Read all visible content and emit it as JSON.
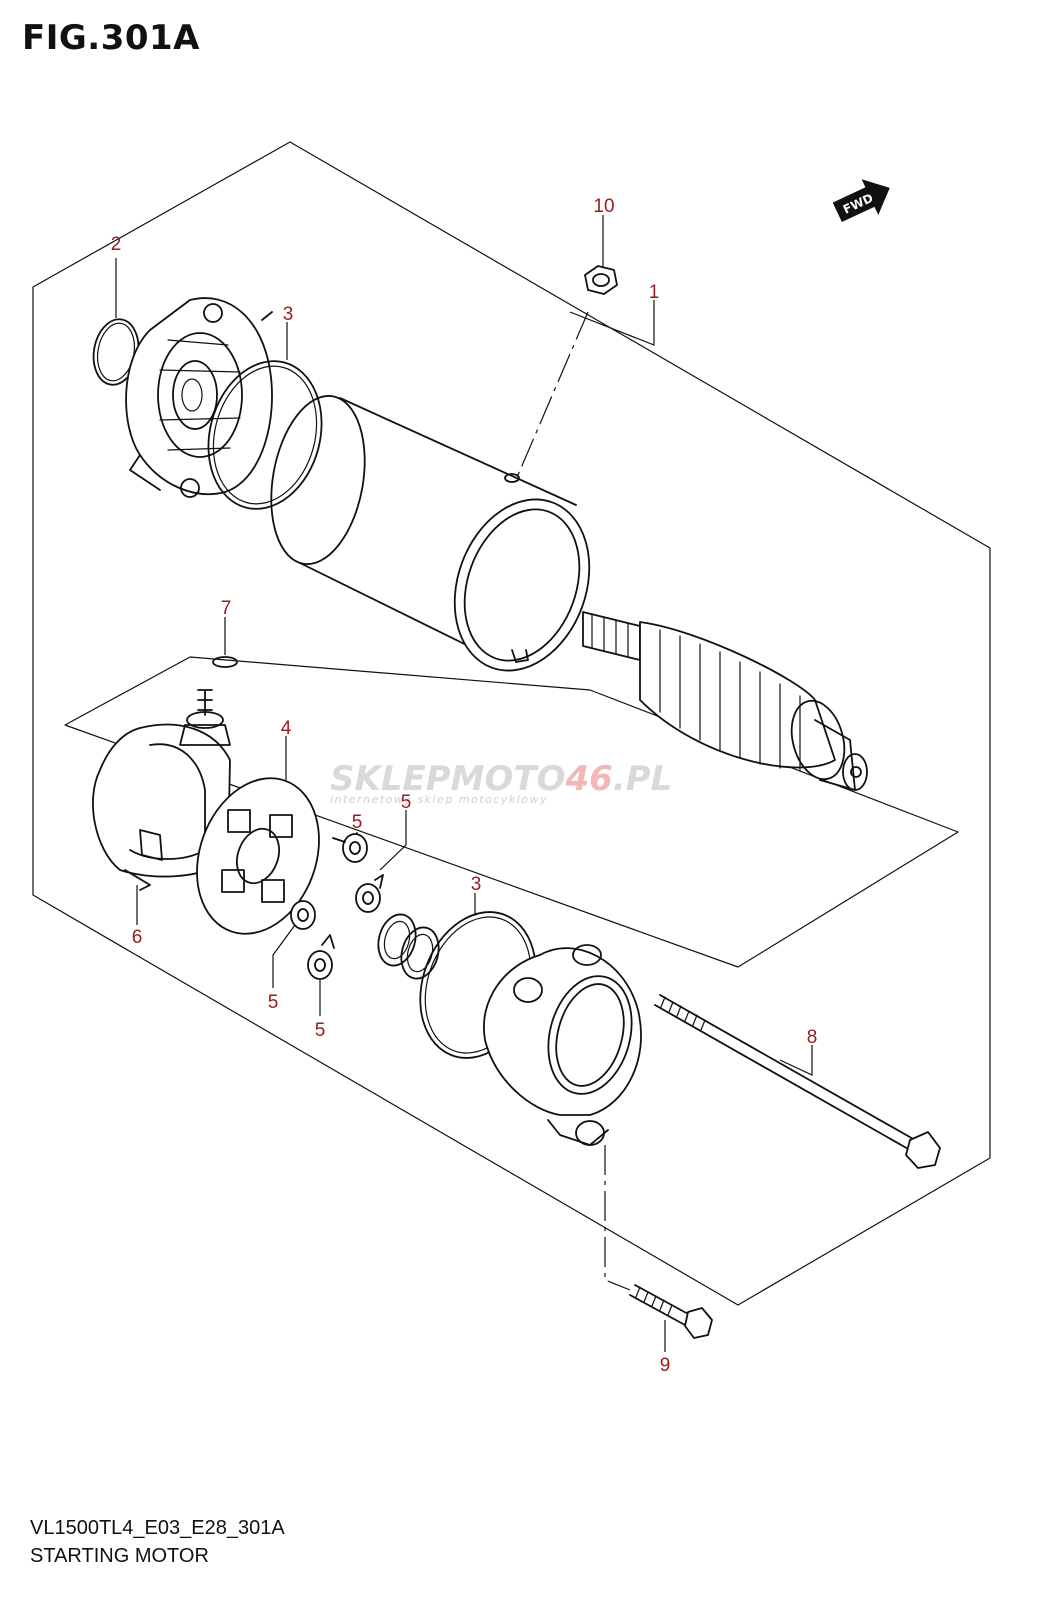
{
  "figure": {
    "title": "FIG.301A",
    "model_code": "VL1500TL4_E03_E28_301A",
    "name": "STARTING MOTOR"
  },
  "watermark": {
    "brand_main": "SKLEPMOTO",
    "brand_accent": "46",
    "brand_suffix": ".PL",
    "tagline": "internetowy sklep motocyklowy"
  },
  "direction_badge": "FWD",
  "callouts": [
    {
      "id": "c1",
      "label": "1"
    },
    {
      "id": "c2",
      "label": "2"
    },
    {
      "id": "c3a",
      "label": "3"
    },
    {
      "id": "c3b",
      "label": "3"
    },
    {
      "id": "c4",
      "label": "4"
    },
    {
      "id": "c5a",
      "label": "5"
    },
    {
      "id": "c5b",
      "label": "5"
    },
    {
      "id": "c5c",
      "label": "5"
    },
    {
      "id": "c5d",
      "label": "5"
    },
    {
      "id": "c6",
      "label": "6"
    },
    {
      "id": "c7",
      "label": "7"
    },
    {
      "id": "c8",
      "label": "8"
    },
    {
      "id": "c9",
      "label": "9"
    },
    {
      "id": "c10",
      "label": "10"
    }
  ],
  "colors": {
    "callout": "#9b1b1b",
    "line": "#111111",
    "watermark_gray": "#d9d9d9",
    "watermark_red": "#f2b8b8"
  }
}
